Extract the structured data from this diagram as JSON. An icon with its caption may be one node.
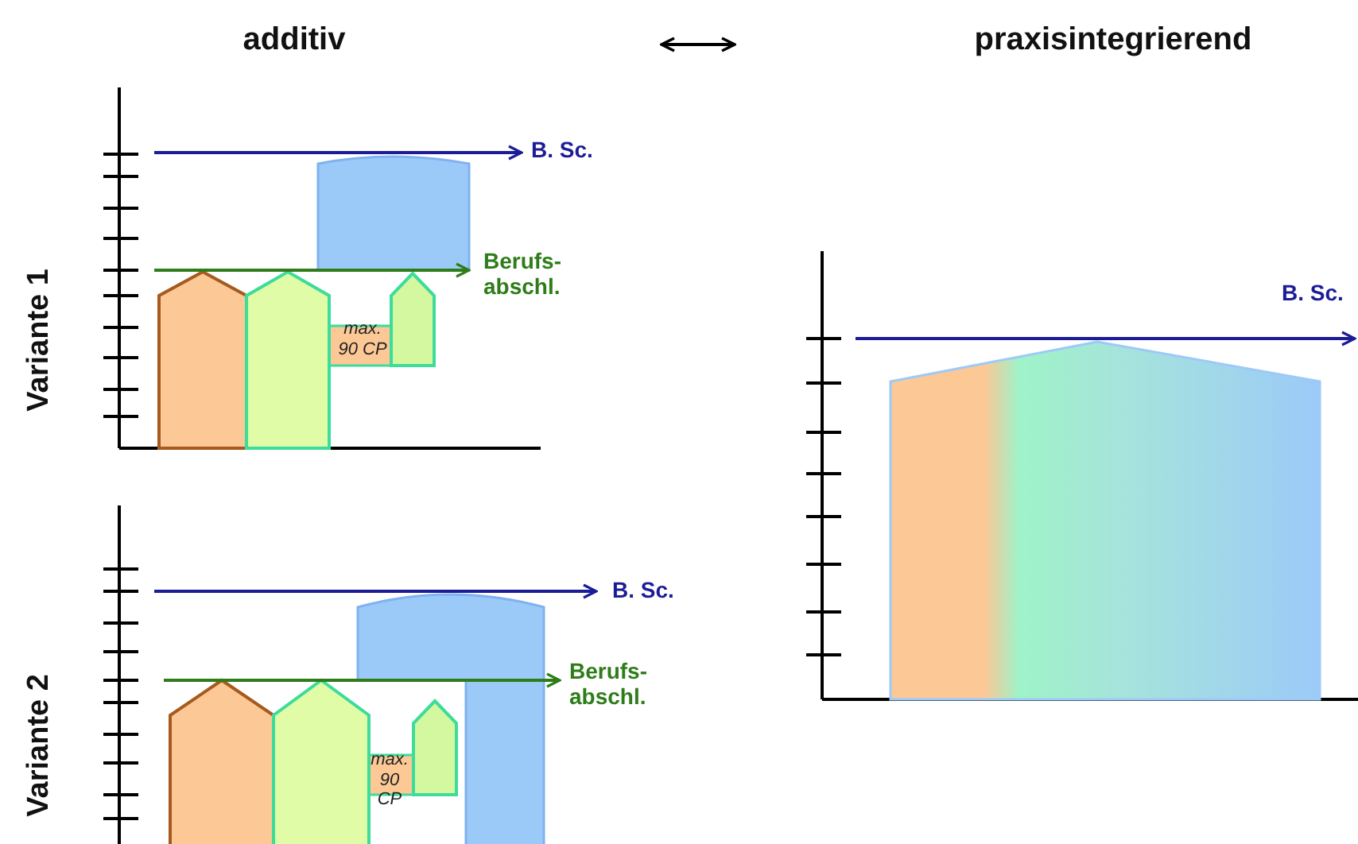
{
  "diagram": {
    "labels": [
      "additiv",
      "praxisintegrierend",
      "Variante 1",
      "B. Sc.",
      "Berufs- abschl.",
      "max. 90 CP",
      "B. Sc.",
      "Variante 2",
      "B. Sc.",
      "Berufs- abschl.",
      "max. 90 CP"
    ]
  }
}
